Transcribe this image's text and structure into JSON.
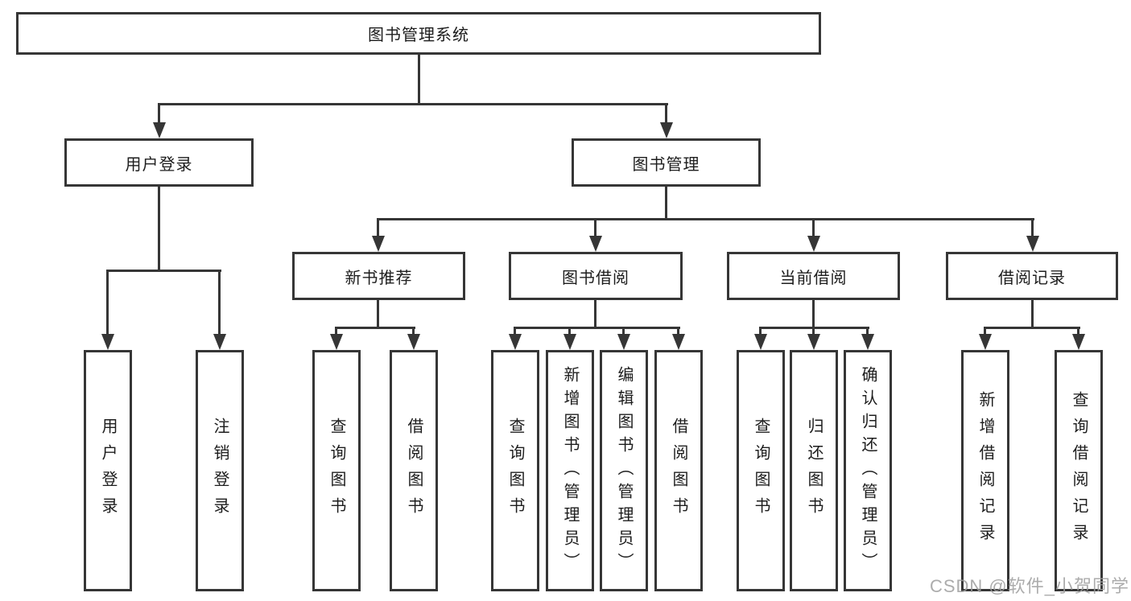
{
  "diagram": {
    "type": "hierarchy-tree",
    "colors": {
      "line": "#363636",
      "text": "#1d1d1d",
      "background": "#ffffff",
      "watermark": "#9e9e9e"
    },
    "nodes": {
      "root": {
        "label": "图书管理系统"
      },
      "user_login_branch": {
        "label": "用户登录"
      },
      "book_mgmt": {
        "label": "图书管理"
      },
      "new_books": {
        "label": "新书推荐"
      },
      "book_borrow": {
        "label": "图书借阅"
      },
      "current_borrow": {
        "label": "当前借阅"
      },
      "borrow_records": {
        "label": "借阅记录"
      },
      "user_login": {
        "label": "用户登录"
      },
      "logout": {
        "label": "注销登录"
      },
      "nb_query": {
        "label": "查询图书"
      },
      "nb_borrow": {
        "label": "借阅图书"
      },
      "bb_query": {
        "label": "查询图书"
      },
      "bb_add": {
        "label": "新增图书（管理员）"
      },
      "bb_edit": {
        "label": "编辑图书（管理员）"
      },
      "bb_borrow": {
        "label": "借阅图书"
      },
      "cb_query": {
        "label": "查询图书"
      },
      "cb_return": {
        "label": "归还图书"
      },
      "cb_confirm": {
        "label": "确认归还（管理员）"
      },
      "br_add": {
        "label": "新增借阅记录"
      },
      "br_query": {
        "label": "查询借阅记录"
      }
    },
    "watermark": "CSDN @软件_小贺同学"
  }
}
